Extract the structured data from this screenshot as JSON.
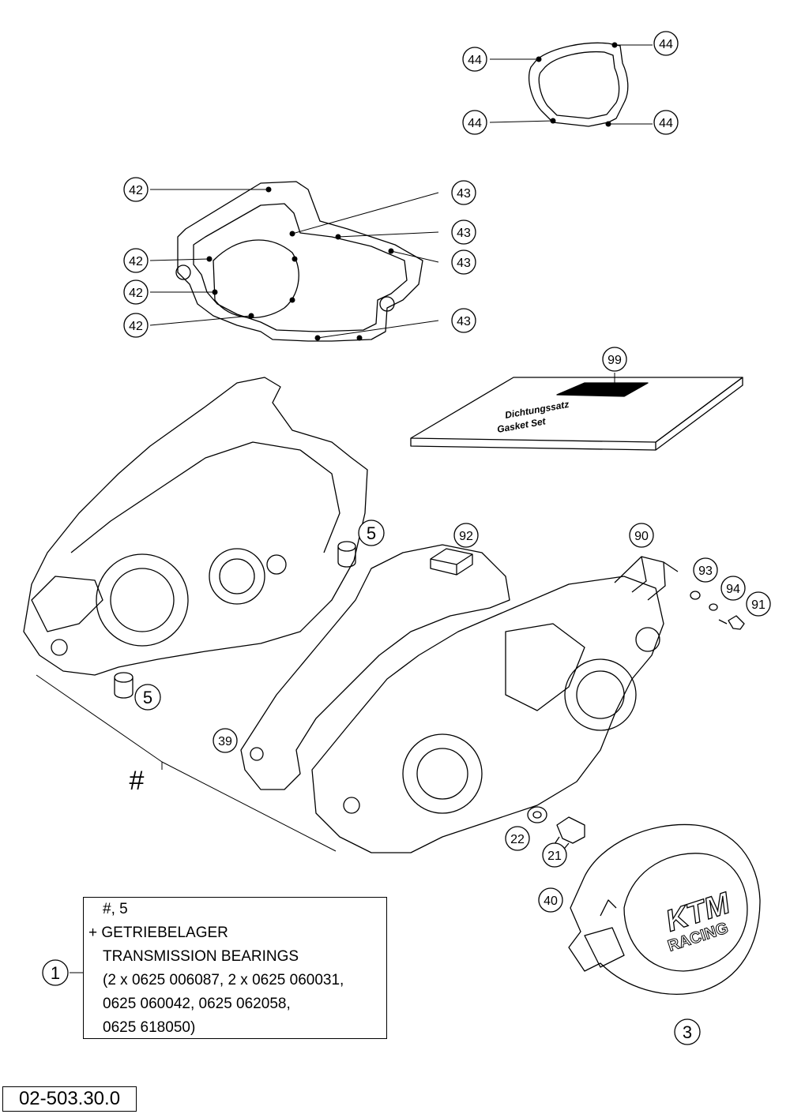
{
  "callouts": [
    {
      "label": "44"
    },
    {
      "label": "44"
    },
    {
      "label": "44"
    },
    {
      "label": "44"
    },
    {
      "label": "42"
    },
    {
      "label": "43"
    },
    {
      "label": "43"
    },
    {
      "label": "42"
    },
    {
      "label": "43"
    },
    {
      "label": "42"
    },
    {
      "label": "42"
    },
    {
      "label": "43"
    },
    {
      "label": "99"
    },
    {
      "label": "92"
    },
    {
      "label": "90"
    },
    {
      "label": "5"
    },
    {
      "label": "93"
    },
    {
      "label": "94"
    },
    {
      "label": "91"
    },
    {
      "label": "5"
    },
    {
      "label": "39"
    },
    {
      "label": "22"
    },
    {
      "label": "21"
    },
    {
      "label": "40"
    },
    {
      "label": "1"
    },
    {
      "label": "3"
    }
  ],
  "hash_mark": "#",
  "note": {
    "lines": [
      "#, 5",
      "+ GETRIEBELAGER",
      "TRANSMISSION BEARINGS",
      "(2 x 0625 006087, 2 x 0625 060031,",
      "0625 060042, 0625 062058,",
      "0625 618050)"
    ]
  },
  "reference_code": "02-503.30.0",
  "gasket_kit": {
    "line1": "Dichtungssatz",
    "line2": "Gasket Set"
  },
  "cover_logo": {
    "line1": "KTM",
    "line2": "RACING"
  }
}
